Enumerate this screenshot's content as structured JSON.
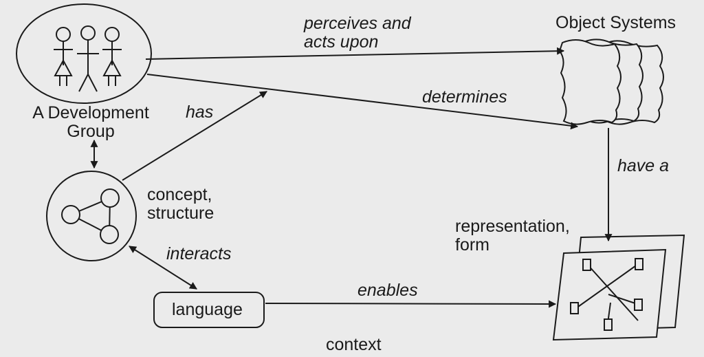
{
  "diagram": {
    "nodes": {
      "development_group": "A Development\nGroup",
      "concept_structure": "concept,\nstructure",
      "language": "language",
      "object_systems": "Object Systems",
      "representation_form": "representation,\nform",
      "context": "context"
    },
    "edges": {
      "perceives": "perceives and\nacts upon",
      "determines": "determines",
      "has": "has",
      "have_a": "have a",
      "interacts": "interacts",
      "enables": "enables"
    }
  },
  "colors": {
    "background": "#ebebeb",
    "ink": "#1a1a1a"
  }
}
